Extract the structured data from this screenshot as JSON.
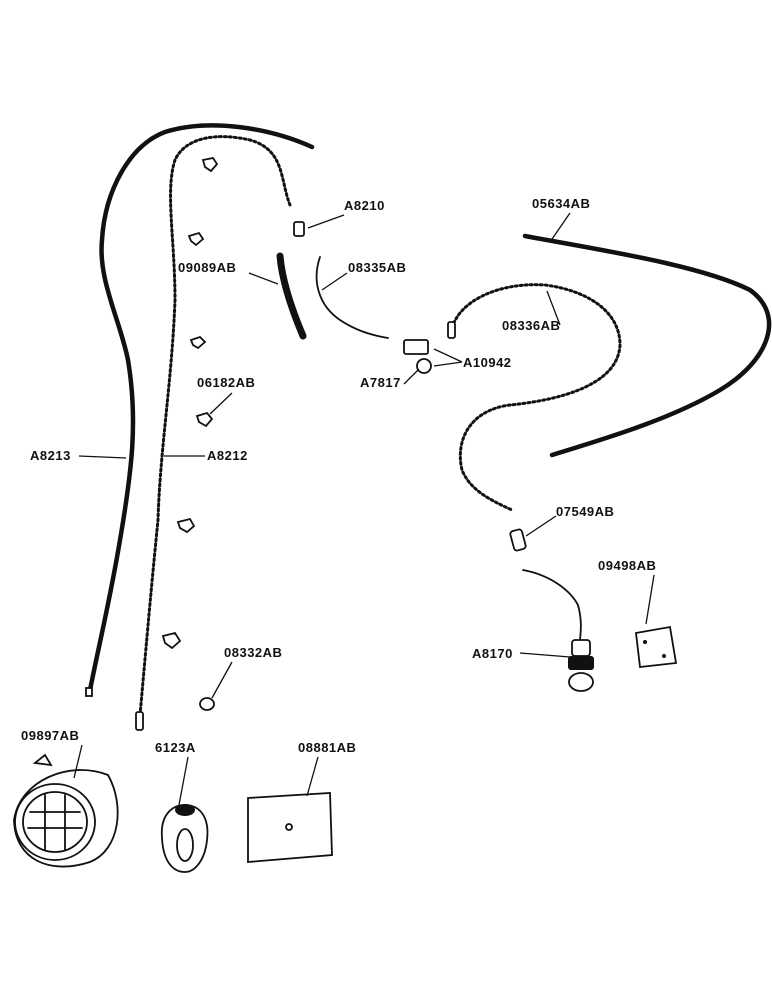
{
  "labels": {
    "a8210": "A8210",
    "p05634ab": "05634AB",
    "p09089ab": "09089AB",
    "p08335ab": "08335AB",
    "p08336ab": "08336AB",
    "a10942": "A10942",
    "a7817": "A7817",
    "p06182ab": "06182AB",
    "a8213": "A8213",
    "a8212": "A8212",
    "p07549ab": "07549AB",
    "p09498ab": "09498AB",
    "a8170": "A8170",
    "p08332ab": "08332AB",
    "p09897ab": "09897AB",
    "p6123a": "6123A",
    "p08881ab": "08881AB"
  },
  "icons": {
    "headlamp": "headlamp-icon",
    "lamp_socket": "lamp-socket-icon",
    "gasket": "gasket-pad-icon",
    "switch": "toggle-switch-icon",
    "bracket": "mounting-bracket-icon",
    "clip": "cable-clip-icon"
  },
  "colors": {
    "ink": "#111111",
    "paper": "#ffffff"
  }
}
